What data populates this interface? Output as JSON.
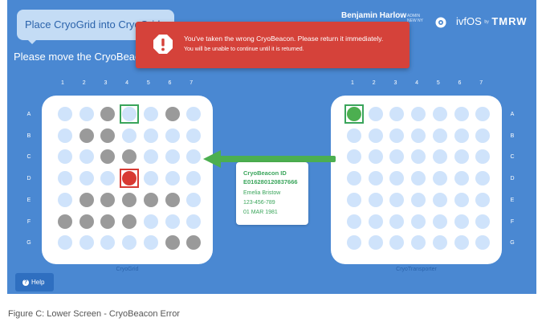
{
  "title_bubble": "Place CryoGrid into CryoGrid",
  "instruction": "Please move the CryoBeacon",
  "user": {
    "name": "Benjamin Harlow",
    "role": "ADMIN",
    "site": "NEW NY"
  },
  "brand": {
    "product": "ivfOS",
    "by": "by",
    "company": "TMRW"
  },
  "error": {
    "line1": "You've taken the wrong CryoBeacon. Please return it immediately.",
    "line2": "You will be unable to continue until it is returned."
  },
  "columns": [
    "1",
    "2",
    "3",
    "4",
    "5",
    "6",
    "7"
  ],
  "rows": [
    "A",
    "B",
    "C",
    "D",
    "E",
    "F",
    "G"
  ],
  "cryogrid": {
    "label": "CryoGrid",
    "filled": [
      [
        2,
        0
      ],
      [
        5,
        0
      ],
      [
        1,
        1
      ],
      [
        2,
        1
      ],
      [
        2,
        2
      ],
      [
        3,
        2
      ],
      [
        1,
        4
      ],
      [
        2,
        4
      ],
      [
        3,
        4
      ],
      [
        4,
        4
      ],
      [
        5,
        4
      ],
      [
        0,
        5
      ],
      [
        1,
        5
      ],
      [
        2,
        5
      ],
      [
        3,
        5
      ],
      [
        5,
        6
      ],
      [
        6,
        6
      ]
    ],
    "highlight_green": [
      3,
      0
    ],
    "highlight_red": [
      3,
      3
    ]
  },
  "cryotransporter": {
    "label": "CryoTransporter",
    "highlight_green": [
      0,
      0
    ]
  },
  "beacon": {
    "id_label": "CryoBeacon ID",
    "id": "E016280120837666",
    "patient": "Emelia Bristow",
    "phone": "123-456-789",
    "dob": "01 MAR 1981"
  },
  "help_label": "Help",
  "caption": "Figure C: Lower Screen - CryoBeacon Error",
  "colors": {
    "background": "#4a88d2",
    "error": "#d5423a",
    "accent": "#3aa55b",
    "well_empty": "#cfe3fb",
    "well_filled": "#9a9a9a"
  },
  "icons": {
    "error": "exclamation-octagon-icon",
    "settings": "gear-icon",
    "help": "question-icon"
  }
}
